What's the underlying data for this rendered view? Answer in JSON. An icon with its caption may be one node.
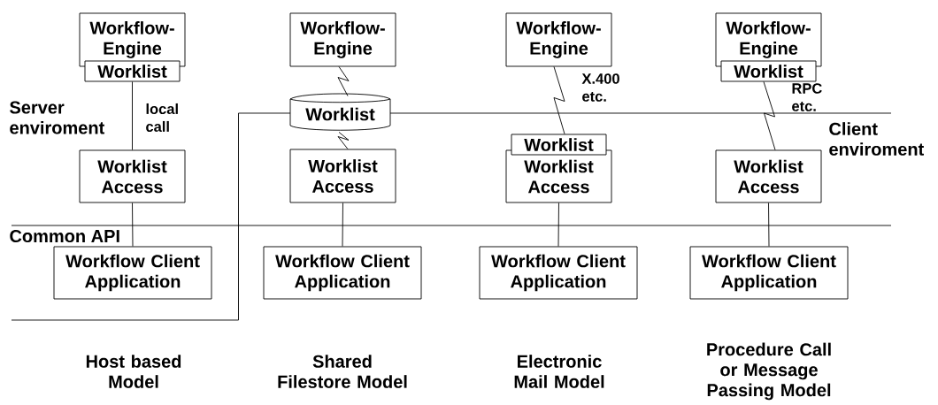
{
  "diagram": {
    "nodes": [
      {
        "text": [
          "Workflow-Engine"
        ]
      },
      {
        "text": [
          "Worklist"
        ]
      },
      {
        "text": [
          "Worklist Access"
        ]
      },
      {
        "text": [
          "Workflow Client Application"
        ]
      },
      {
        "text": [
          "Workflow-Engine"
        ]
      },
      {
        "text": [
          "Worklist"
        ]
      },
      {
        "text": [
          "Worklist Access"
        ]
      },
      {
        "text": [
          "Workflow Client Application"
        ]
      },
      {
        "text": [
          "Workflow-Engine"
        ]
      },
      {
        "text": [
          "Worklist"
        ]
      },
      {
        "text": [
          "Worklist Access"
        ]
      },
      {
        "text": [
          "Workflow Client Application"
        ]
      },
      {
        "text": [
          "Workflow-Engine"
        ]
      },
      {
        "text": [
          "Worklist"
        ]
      },
      {
        "text": [
          "Worklist Access"
        ]
      },
      {
        "text": [
          "Workflow Client Application"
        ]
      }
    ],
    "edges": [
      {
        "from": 1,
        "to": 2,
        "arrow": "none",
        "label": "local call"
      },
      {
        "from": 2,
        "to": 3,
        "arrow": "none"
      },
      {
        "from": 4,
        "to": 5,
        "arrow": "none"
      },
      {
        "from": 5,
        "to": 6,
        "arrow": "none"
      },
      {
        "from": 6,
        "to": 7,
        "arrow": "none"
      },
      {
        "from": 8,
        "to": 9,
        "arrow": "none",
        "label": "X.400 etc."
      },
      {
        "from": 10,
        "to": 11,
        "arrow": "none"
      },
      {
        "from": 13,
        "to": 14,
        "arrow": "none",
        "label": "RPC etc."
      },
      {
        "from": 14,
        "to": 15,
        "arrow": "none"
      }
    ],
    "labels": [
      "Server enviroment",
      "Client enviroment",
      "Common API",
      "Host based Model",
      "Shared Filestore Model",
      "Electronic Mail Model",
      "Procedure Call or Message Passing Model"
    ]
  }
}
